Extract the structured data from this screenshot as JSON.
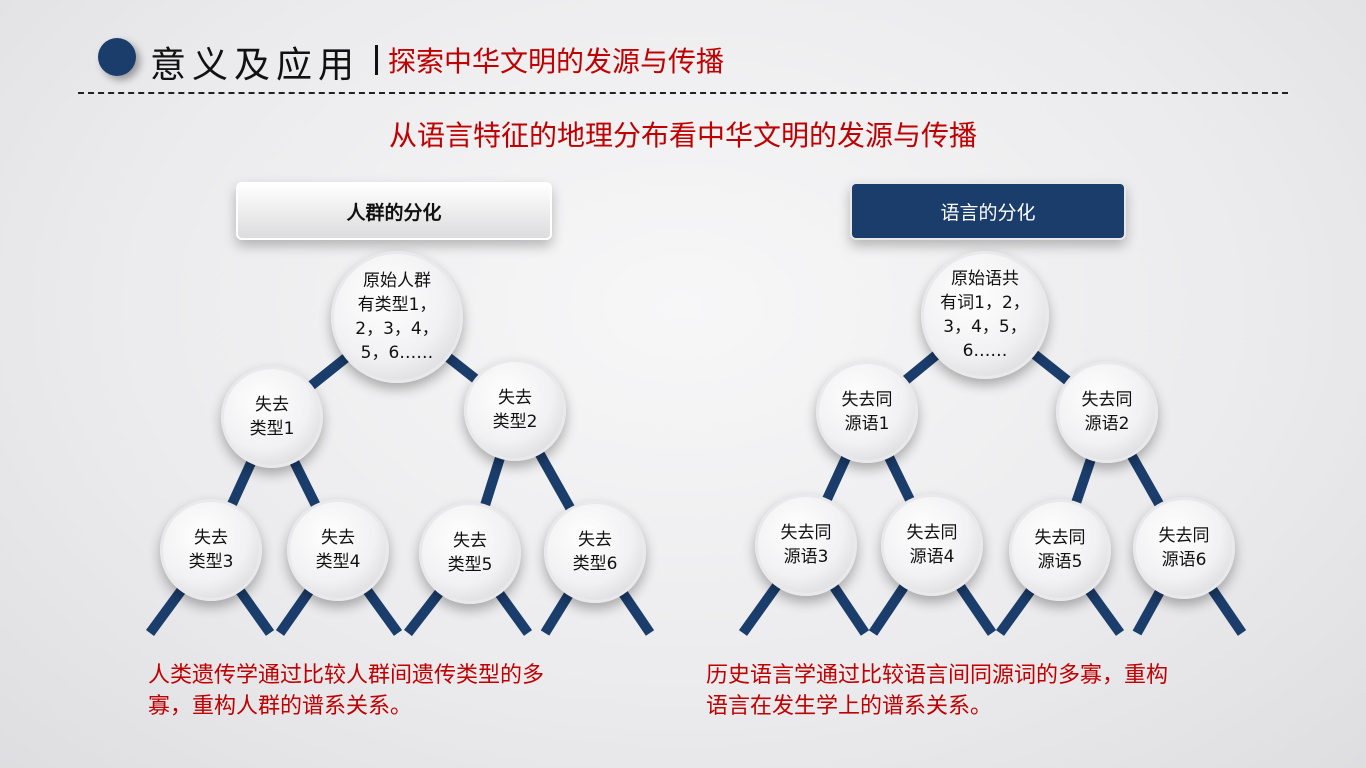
{
  "header": {
    "title": "意义及应用",
    "subtitle": "探索中华文明的发源与传播"
  },
  "heading": "从语言特征的地理分布看中华文明的发源与传播",
  "left": {
    "label": "人群的分化",
    "root": "原始人群\n有类型1，\n2，3，4，\n5，6……",
    "level1": [
      "失去\n类型1",
      "失去\n类型2"
    ],
    "level2": [
      "失去\n类型3",
      "失去\n类型4",
      "失去\n类型5",
      "失去\n类型6"
    ],
    "description": "人类遗传学通过比较人群间遗传类型的多\n寡，重构人群的谱系关系。"
  },
  "right": {
    "label": "语言的分化",
    "root": "原始语共\n有词1，2，\n3，4，5，\n6……",
    "level1": [
      "失去同\n源语1",
      "失去同\n源语2"
    ],
    "level2": [
      "失去同\n源语3",
      "失去同\n源语4",
      "失去同\n源语5",
      "失去同\n源语6"
    ],
    "description": "历史语言学通过比较语言间同源词的多寡，重构\n语言在发生学上的谱系关系。"
  },
  "colors": {
    "navy": "#1b3d6b",
    "red": "#c00000"
  }
}
